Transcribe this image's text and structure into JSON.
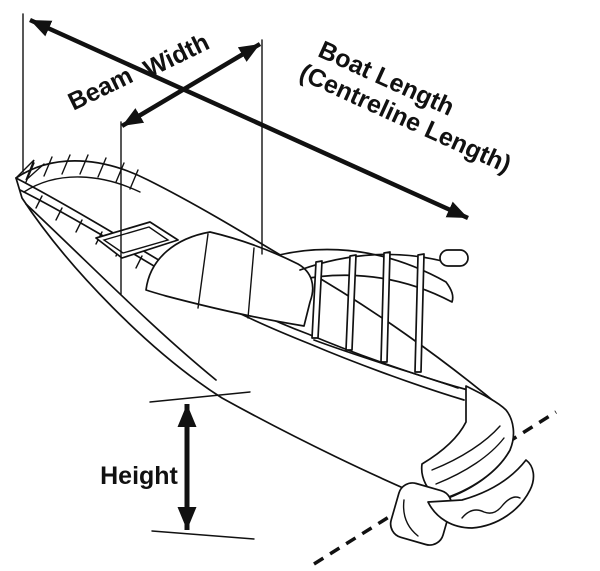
{
  "diagram": {
    "colors": {
      "ink": "#111111",
      "background": "#ffffff"
    },
    "labels": {
      "beam": "Beam",
      "width": "Width",
      "boat_length": "Boat Length",
      "centreline": "(Centreline Length)",
      "height": "Height"
    }
  }
}
